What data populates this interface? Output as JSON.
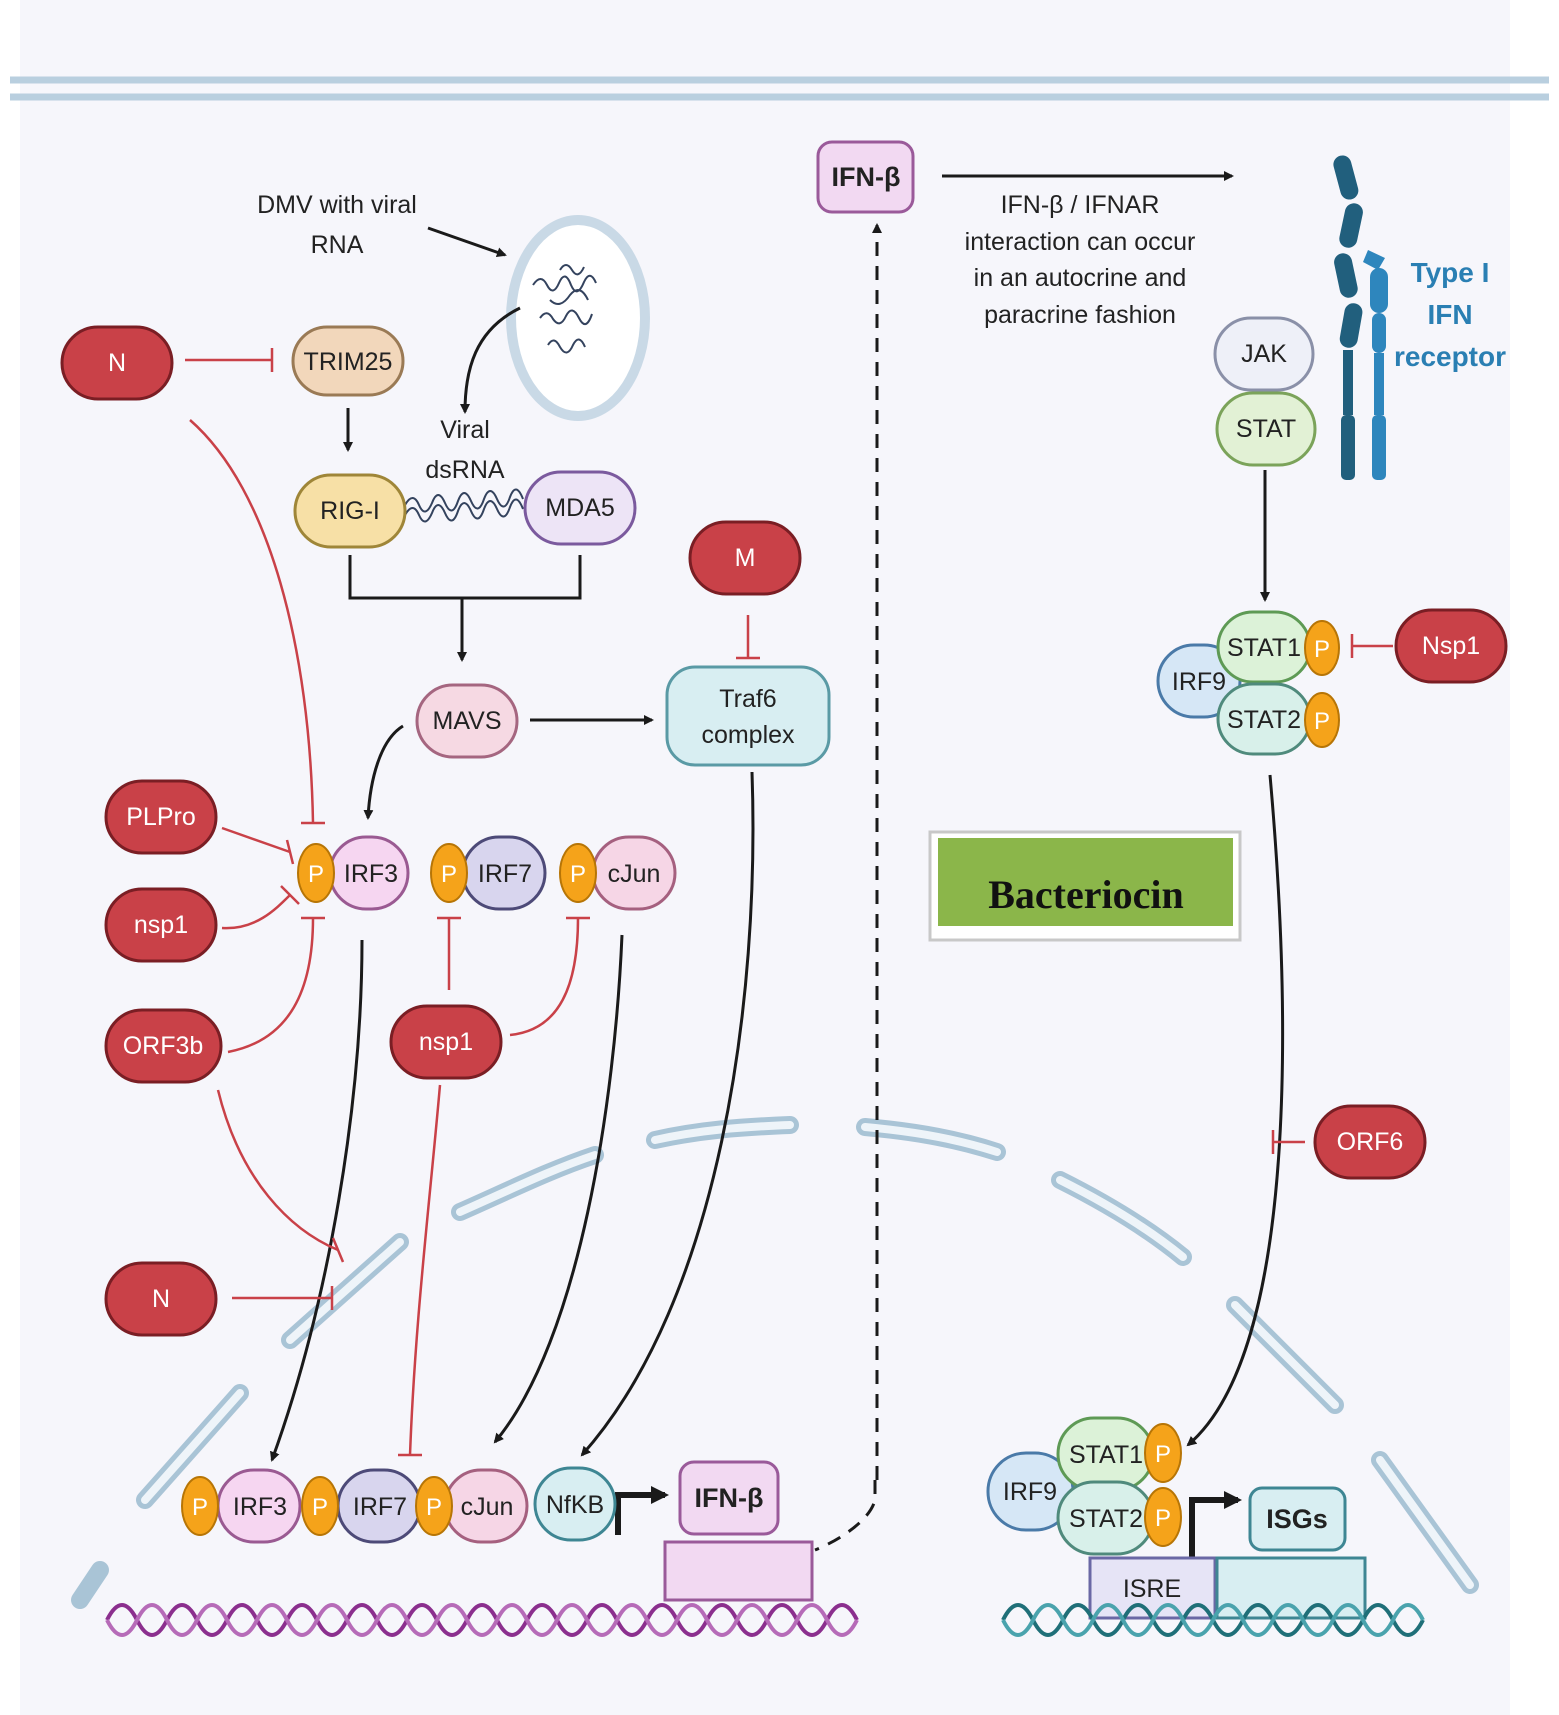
{
  "top_labels": {
    "dmv_line1": "DMV with viral",
    "dmv_line2": "RNA",
    "viral_line1": "Viral",
    "viral_line2": "dsRNA",
    "ifnar_line1": "IFN-β / IFNAR",
    "ifnar_line2": "interaction can occur",
    "ifnar_line3": "in an autocrine and",
    "ifnar_line4": "paracrine fashion",
    "receptor_line1": "Type I",
    "receptor_line2": "IFN",
    "receptor_line3": "receptor"
  },
  "nodes": {
    "trim25": "TRIM25",
    "rigi": "RIG-I",
    "mda5": "MDA5",
    "mavs": "MAVS",
    "traf6_line1": "Traf6",
    "traf6_line2": "complex",
    "irf3": "IRF3",
    "irf7": "IRF7",
    "cjun": "cJun",
    "nfkb": "NfKB",
    "ifnb": "IFN-β",
    "jak": "JAK",
    "stat": "STAT",
    "stat1": "STAT1",
    "stat2": "STAT2",
    "irf9": "IRF9",
    "isre": "ISRE",
    "isgs": "ISGs",
    "p": "P"
  },
  "viral_proteins": {
    "n_top": "N",
    "m": "M",
    "plpro": "PLPro",
    "nsp1_left": "nsp1",
    "orf3b": "ORF3b",
    "nsp1_mid": "nsp1",
    "n_bottom": "N",
    "nsp1_right": "Nsp1",
    "orf6": "ORF6"
  },
  "banner": "Bacteriocin",
  "colors": {
    "viral_red": "#c94148",
    "phospho_orange": "#f5a31a",
    "membrane_blue": "#a9c4d6",
    "dna_purple": "#8b2f8e",
    "dna_teal": "#1f6f78",
    "inhibit_red": "#c94148",
    "banner_green": "#8bb64a",
    "receptor_dark": "#215f7d",
    "receptor_light": "#2e86bd"
  }
}
